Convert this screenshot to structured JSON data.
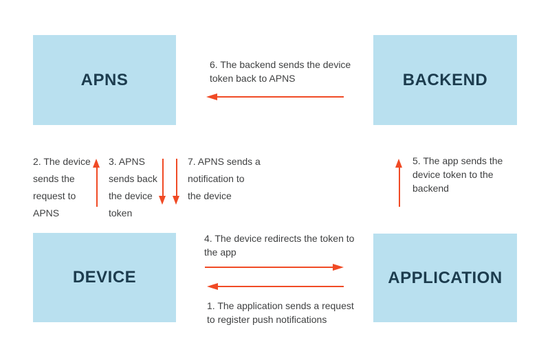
{
  "diagram": {
    "description": "APNS push notification registration flow",
    "nodes": [
      {
        "id": "apns",
        "label": "APNS"
      },
      {
        "id": "backend",
        "label": "BACKEND"
      },
      {
        "id": "device",
        "label": "DEVICE"
      },
      {
        "id": "application",
        "label": "APPLICATION"
      }
    ],
    "steps": {
      "s1": {
        "text": "1. The application sends a request\nto register push notifications",
        "from": "application",
        "to": "device",
        "direction": "left"
      },
      "s2": {
        "text": "2. The device\nsends the\nrequest to\nAPNS",
        "from": "device",
        "to": "apns",
        "direction": "up"
      },
      "s3": {
        "text": "3. APNS\nsends back\nthe device\ntoken",
        "from": "apns",
        "to": "device",
        "direction": "down"
      },
      "s4": {
        "text": "4. The device redirects the token to\nthe app",
        "from": "device",
        "to": "application",
        "direction": "right"
      },
      "s5": {
        "text": "5. The app sends the\ndevice token to the\nbackend",
        "from": "application",
        "to": "backend",
        "direction": "up"
      },
      "s6": {
        "text": "6. The backend sends the device\ntoken back to APNS",
        "from": "backend",
        "to": "apns",
        "direction": "left"
      },
      "s7": {
        "text": "7. APNS sends a\nnotification to\nthe device",
        "from": "apns",
        "to": "device",
        "direction": "down"
      }
    },
    "colors": {
      "node_fill": "#b9e0ef",
      "node_text": "#1c3c4e",
      "step_text": "#3f4041",
      "arrow": "#f04a25",
      "background": "#ffffff"
    }
  }
}
